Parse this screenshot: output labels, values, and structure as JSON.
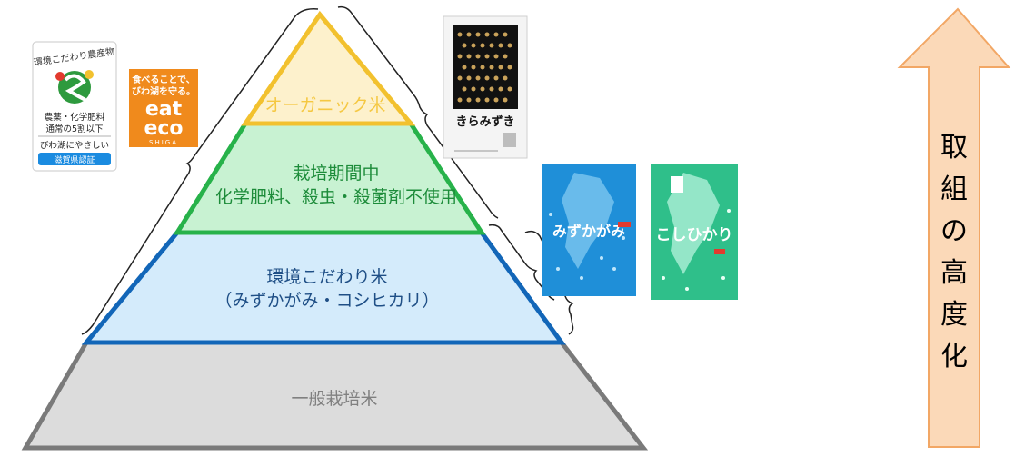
{
  "pyramid": {
    "tiers": [
      {
        "id": "organic",
        "lines": [
          "オーガニック米"
        ],
        "fill": "#fdf1cc",
        "stroke": "#f2c12e",
        "text_color": "#f5c842"
      },
      {
        "id": "no-chemicals",
        "lines": [
          "栽培期間中",
          "化学肥料、殺虫・殺菌剤不使用"
        ],
        "fill": "#c8f2d2",
        "stroke": "#27b24a",
        "text_color": "#1d8c3a"
      },
      {
        "id": "eco-rice",
        "lines": [
          "環境こだわり米",
          "（みずかがみ・コシヒカリ）"
        ],
        "fill": "#d4ebfb",
        "stroke": "#1266b8",
        "text_color": "#1f4f86"
      },
      {
        "id": "general",
        "lines": [
          "一般栽培米"
        ],
        "fill": "#dcdcdc",
        "stroke": "#7a7a7a",
        "text_color": "#808080"
      }
    ]
  },
  "logos": {
    "eco_cert": {
      "title": "環境こだわり農産物",
      "line1": "農薬・化学肥料",
      "line2": "通常の5割以下",
      "line3": "びわ湖にやさしい",
      "footer": "滋賀県認証"
    },
    "eat_eco": {
      "line1": "食べることで、",
      "line2": "びわ湖を守る。",
      "eat": "eat",
      "eco": "eco",
      "shiga": "SHIGA"
    }
  },
  "products": {
    "kiramizuki": {
      "name": "きらみずき",
      "color": "#f4f4f4"
    },
    "mizukagami": {
      "name": "みずかがみ",
      "color": "#1f8fd8"
    },
    "koshihikari": {
      "name": "こしひかり",
      "color": "#2fbf8a"
    }
  },
  "arrow": {
    "label_chars": [
      "取",
      "組",
      "の",
      "高",
      "度",
      "化"
    ],
    "fill": "#fbd9b8",
    "stroke": "#f2a765"
  }
}
